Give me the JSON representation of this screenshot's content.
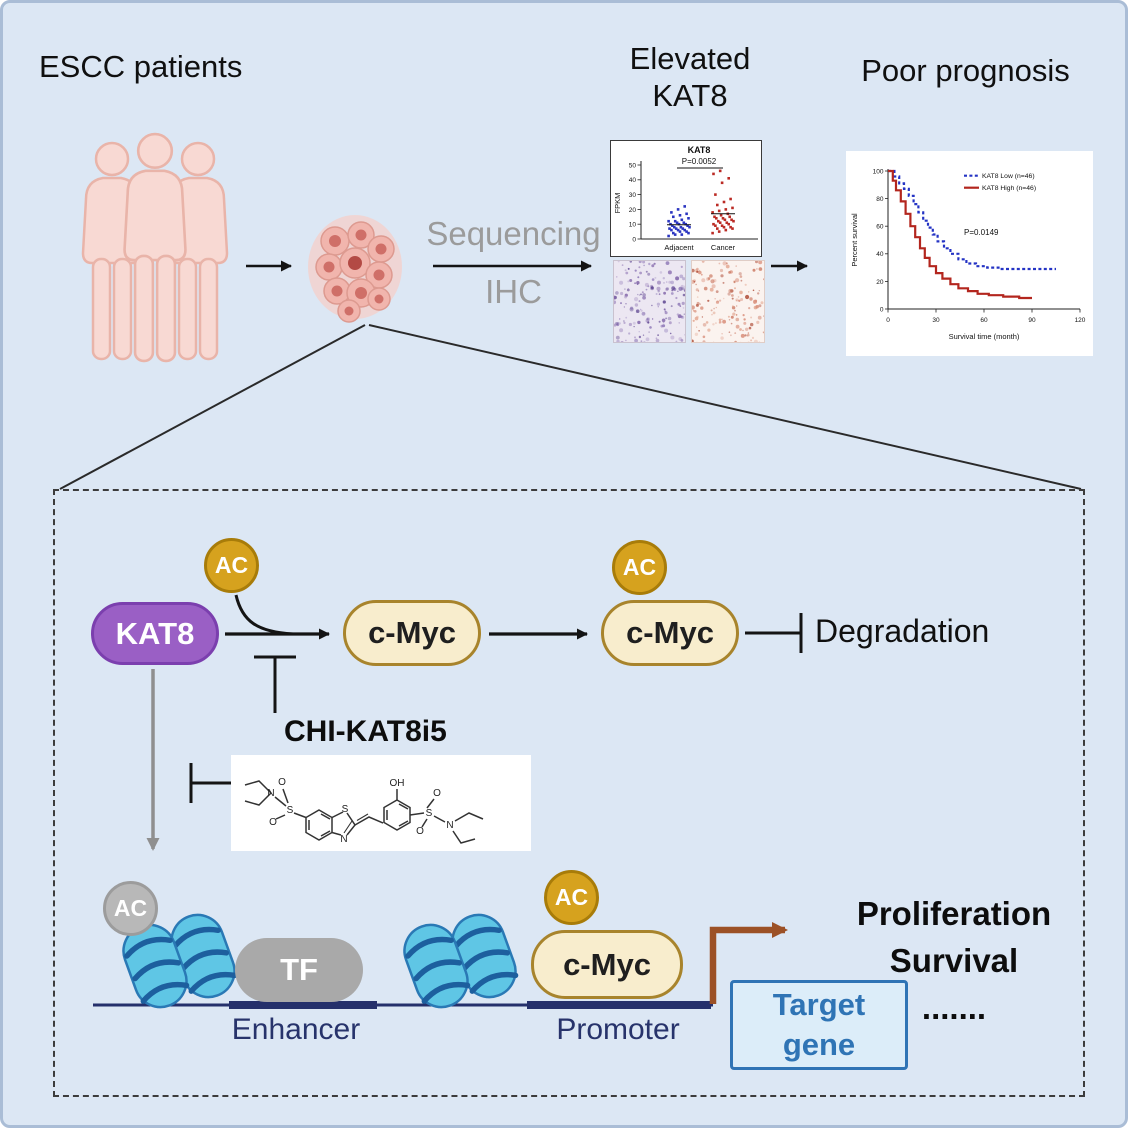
{
  "top": {
    "escc_label": "ESCC patients",
    "sequencing_label": "Sequencing",
    "ihc_label": "IHC",
    "elevated_line1": "Elevated",
    "elevated_line2": "KAT8",
    "prognosis_label": "Poor prognosis"
  },
  "chart_data": [
    {
      "type": "scatter",
      "title": "KAT8",
      "p_value": "P=0.0052",
      "ylabel": "FPKM",
      "ylim": [
        0,
        50
      ],
      "yticks": [
        0,
        10,
        20,
        30,
        40,
        50
      ],
      "categories": [
        "Adjacent",
        "Cancer"
      ],
      "series": [
        {
          "name": "Adjacent",
          "color": "#2b35c0",
          "values": [
            2,
            3,
            3,
            4,
            4,
            5,
            5,
            6,
            6,
            6,
            7,
            7,
            7,
            8,
            8,
            8,
            9,
            9,
            10,
            10,
            10,
            11,
            11,
            12,
            12,
            13,
            14,
            15,
            16,
            17,
            18,
            20,
            22
          ]
        },
        {
          "name": "Cancer",
          "color": "#bb2b25",
          "values": [
            4,
            5,
            6,
            7,
            7,
            8,
            8,
            9,
            9,
            10,
            10,
            11,
            11,
            12,
            12,
            13,
            13,
            14,
            14,
            15,
            15,
            16,
            17,
            18,
            19,
            20,
            21,
            23,
            25,
            27,
            30,
            38,
            41,
            44,
            46
          ]
        }
      ]
    },
    {
      "type": "line",
      "title": "",
      "p_value": "P=0.0149",
      "ylabel": "Percent survival",
      "xlabel": "Survival time (month)",
      "ylim": [
        0,
        100
      ],
      "xlim": [
        0,
        120
      ],
      "yticks": [
        0,
        20,
        40,
        60,
        80,
        100
      ],
      "xticks": [
        0,
        30,
        60,
        90,
        120
      ],
      "legend_position": "top-right",
      "series": [
        {
          "name": "KAT8 Low (n=46)",
          "color": "#2433c4",
          "dash": true,
          "points": [
            [
              0,
              100
            ],
            [
              4,
              96
            ],
            [
              7,
              91
            ],
            [
              10,
              87
            ],
            [
              13,
              82
            ],
            [
              16,
              76
            ],
            [
              19,
              70
            ],
            [
              22,
              64
            ],
            [
              25,
              59
            ],
            [
              28,
              54
            ],
            [
              31,
              49
            ],
            [
              35,
              44
            ],
            [
              39,
              40
            ],
            [
              44,
              36
            ],
            [
              49,
              33
            ],
            [
              55,
              31
            ],
            [
              62,
              30
            ],
            [
              70,
              29
            ],
            [
              80,
              29
            ],
            [
              92,
              29
            ],
            [
              105,
              29
            ]
          ]
        },
        {
          "name": "KAT8 High (n=46)",
          "color": "#b3261e",
          "dash": false,
          "points": [
            [
              0,
              100
            ],
            [
              3,
              93
            ],
            [
              5,
              86
            ],
            [
              8,
              78
            ],
            [
              11,
              69
            ],
            [
              14,
              60
            ],
            [
              17,
              52
            ],
            [
              20,
              44
            ],
            [
              23,
              37
            ],
            [
              26,
              31
            ],
            [
              30,
              26
            ],
            [
              34,
              22
            ],
            [
              39,
              18
            ],
            [
              44,
              15
            ],
            [
              50,
              13
            ],
            [
              56,
              11
            ],
            [
              63,
              10
            ],
            [
              72,
              9
            ],
            [
              82,
              8
            ],
            [
              90,
              8
            ]
          ]
        }
      ]
    }
  ],
  "mech": {
    "ac": "AC",
    "kat8": "KAT8",
    "cmyc": "c-Myc",
    "degradation": "Degradation",
    "inhibitor": "CHI-KAT8i5",
    "tf": "TF",
    "enhancer": "Enhancer",
    "promoter": "Promoter",
    "target_line1": "Target",
    "target_line2": "gene",
    "outcome_line1": "Proliferation",
    "outcome_line2": "Survival",
    "outcome_line3": "......."
  },
  "chem": {
    "s": "S",
    "n": "N",
    "o": "O",
    "oh": "OH"
  }
}
